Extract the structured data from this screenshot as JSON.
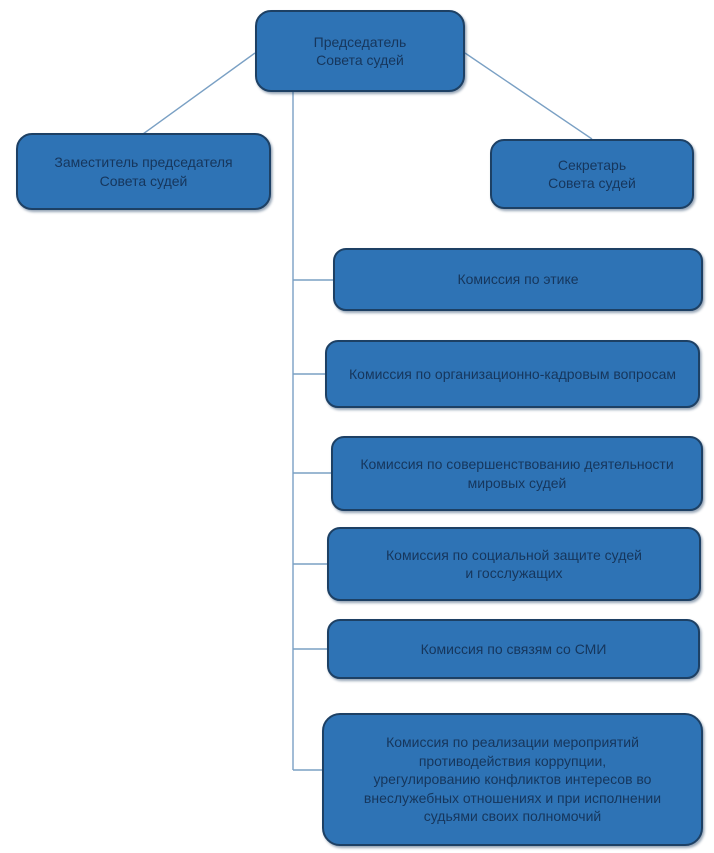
{
  "colors": {
    "node_fill": "#2e73b5",
    "node_border": "#1d4064",
    "node_text": "#16365c",
    "connector": "#7aa0c4",
    "background": "#ffffff"
  },
  "org_chart": {
    "chairman": {
      "label": "Председатель\nСовета судей"
    },
    "deputy": {
      "label": "Заместитель председателя\nСовета судей"
    },
    "secretary": {
      "label": "Секретарь\nСовета судей"
    },
    "commissions": [
      {
        "label": "Комиссия по этике"
      },
      {
        "label": "Комиссия по организационно-кадровым вопросам"
      },
      {
        "label": "Комиссия по совершенствованию деятельности\nмировых судей"
      },
      {
        "label": "Комиссия по социальной защите судей\nи госслужащих"
      },
      {
        "label": "Комиссия по связям со СМИ"
      },
      {
        "label": "Комиссия по реализации мероприятий\nпротиводействия коррупции,\nурегулированию конфликтов интересов во\nвнеслужебных отношениях и при исполнении\nсудьями своих полномочий"
      }
    ]
  }
}
